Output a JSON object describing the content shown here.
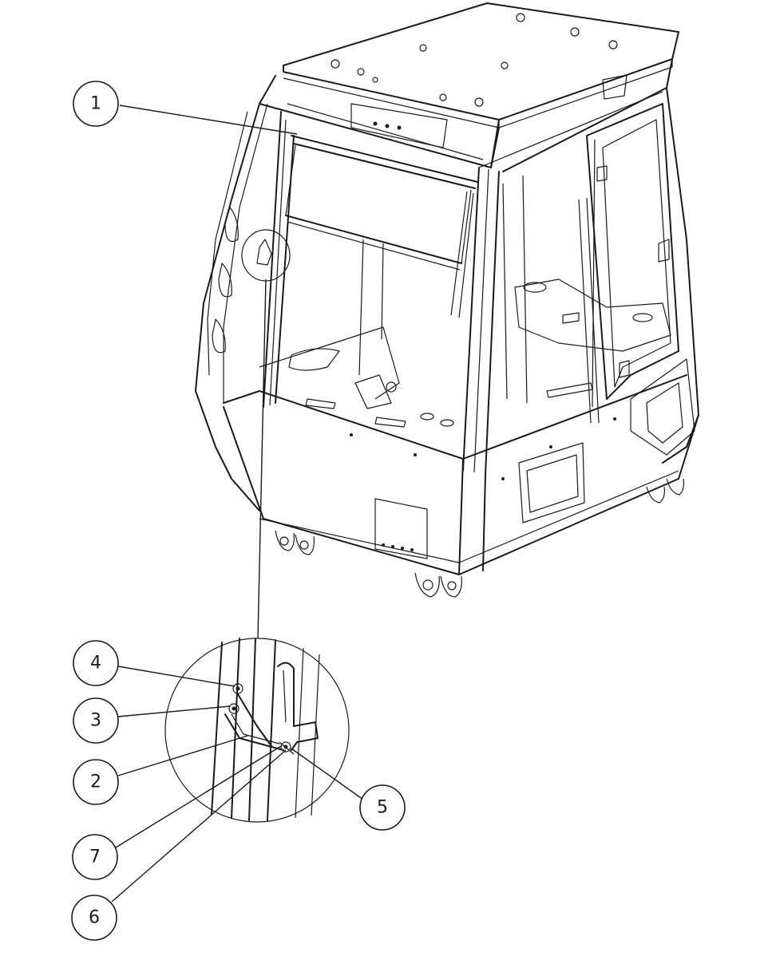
{
  "diagram": {
    "colors": {
      "line": "#1a1a1a",
      "background": "#ffffff"
    },
    "callouts": [
      {
        "id": "1",
        "label": "1"
      },
      {
        "id": "4",
        "label": "4"
      },
      {
        "id": "3",
        "label": "3"
      },
      {
        "id": "2",
        "label": "2"
      },
      {
        "id": "5",
        "label": "5"
      },
      {
        "id": "7",
        "label": "7"
      },
      {
        "id": "6",
        "label": "6"
      }
    ]
  }
}
